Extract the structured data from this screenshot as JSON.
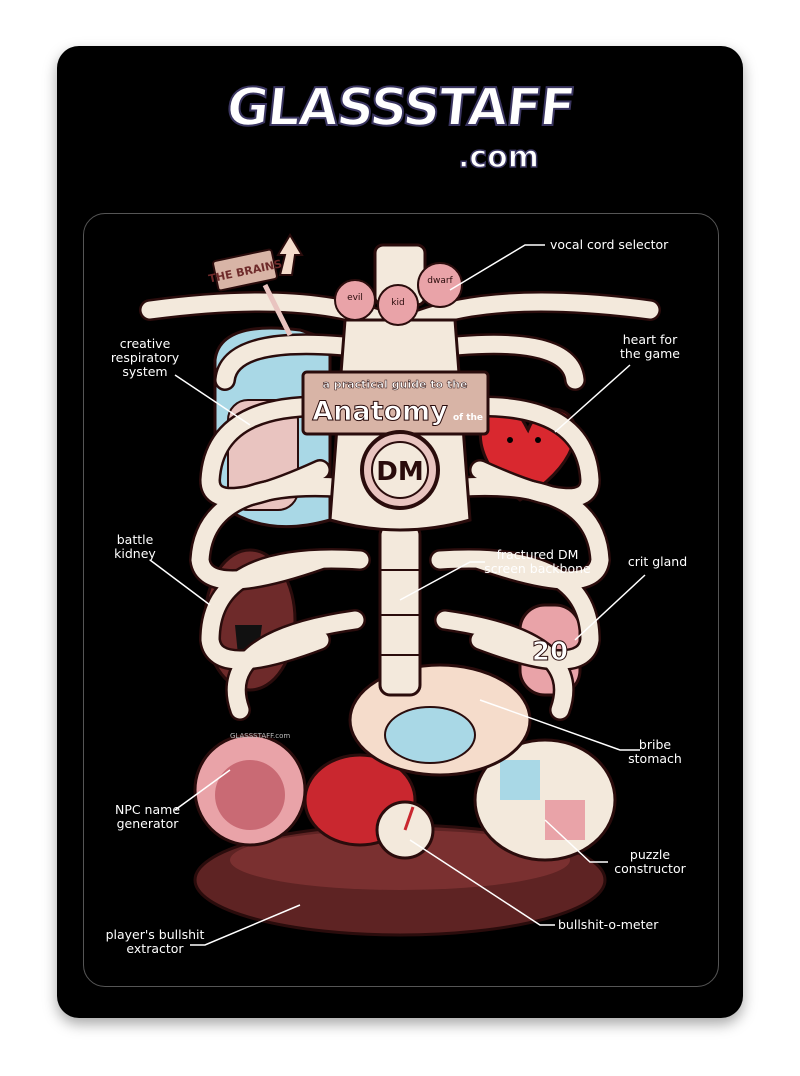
{
  "logo": {
    "name": "GLASSSTAFF",
    "suffix": ".com"
  },
  "title": {
    "line1": "a practical guide to the",
    "line2": "Anatomy",
    "of_the": "of the",
    "badge": "DM"
  },
  "art_text": {
    "sign": "THE BRAINS",
    "voice1": "evil",
    "voice2": "kid",
    "voice3": "dwarf",
    "die": "20",
    "signature": "GLASSSTAFF.com"
  },
  "labels": {
    "vocal_cord": "vocal cord selector",
    "respiratory": "creative\nrespiratory\nsystem",
    "heart": "heart for\nthe game",
    "kidney": "battle\nkidney",
    "backbone": "fractured DM\nscreen backbone",
    "crit": "crit gland",
    "stomach": "bribe\nstomach",
    "npc": "NPC name\ngenerator",
    "puzzle": "puzzle\nconstructor",
    "meter": "bullshit-o-meter",
    "extractor": "player's bullshit\nextractor"
  },
  "colors": {
    "background": "#000000",
    "bone": "#f3e9dc",
    "lung": "#a9d8e6",
    "heart": "#d9282f",
    "organ_pink": "#e9a3a8",
    "liver": "#6e2a2a",
    "wood": "#d8b4a6"
  }
}
